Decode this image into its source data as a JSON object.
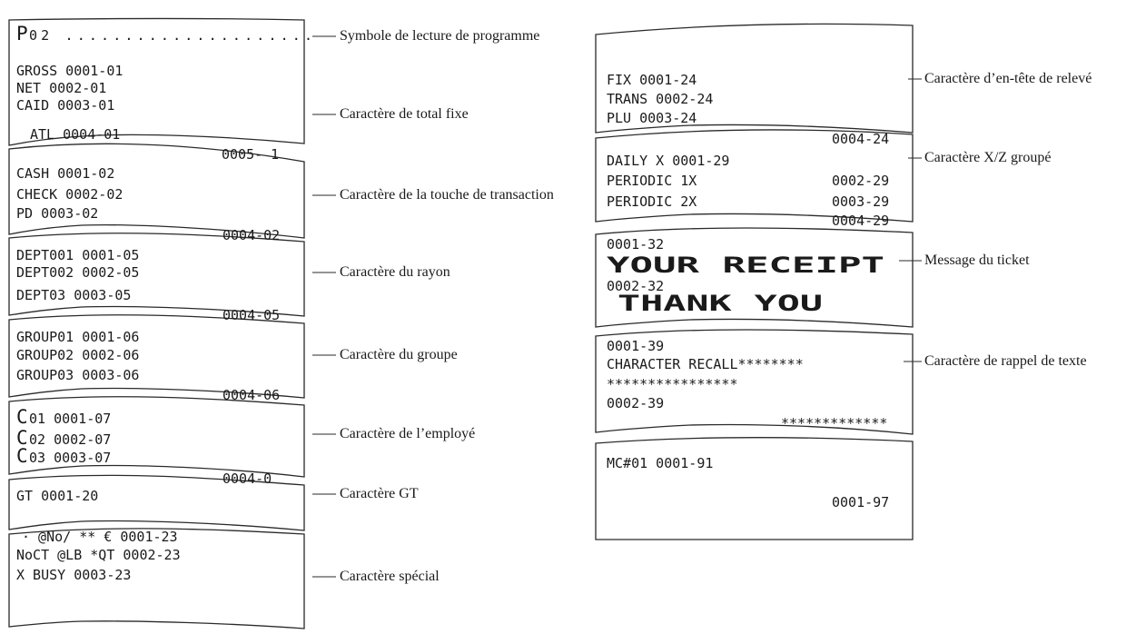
{
  "left_column": {
    "sections": [
      {
        "lines": [
          {
            "text": "P02 .....................",
            "big_prefix": "P"
          }
        ],
        "label": "Symbole de lecture de programme"
      },
      {
        "lines": [
          {
            "text": "GROSS 0001-01"
          },
          {
            "text": "NET 0002-01"
          },
          {
            "text": "CAID 0003-01"
          },
          {
            "text": "ATL 0004-01"
          },
          {
            "text": "0005- 1"
          }
        ],
        "label": "Caractère de total fixe"
      },
      {
        "lines": [
          {
            "text": "CASH 0001-02"
          },
          {
            "text": "CHECK 0002-02"
          },
          {
            "text": "PD 0003-02"
          },
          {
            "text": "0004-02"
          }
        ],
        "label": "Caractère de la touche de transaction"
      },
      {
        "lines": [
          {
            "text": "DEPT001 0001-05"
          },
          {
            "text": "DEPT002 0002-05"
          },
          {
            "text": "DEPT03 0003-05"
          },
          {
            "text": "0004-05"
          }
        ],
        "label": "Caractère du rayon"
      },
      {
        "lines": [
          {
            "text": "GROUP01 0001-06"
          },
          {
            "text": "GROUP02 0002-06"
          },
          {
            "text": "GROUP03 0003-06"
          },
          {
            "text": "0004-06"
          }
        ],
        "label": "Caractère du groupe"
      },
      {
        "lines": [
          {
            "text": "C01 0001-07",
            "big_prefix": "C"
          },
          {
            "text": "C02 0002-07",
            "big_prefix": "C"
          },
          {
            "text": "C03 0003-07",
            "big_prefix": "C"
          },
          {
            "text": "0004-0"
          }
        ],
        "label": "Caractère de l’employé"
      },
      {
        "lines": [
          {
            "text": "GT 0001-20"
          }
        ],
        "label": "Caractère GT"
      },
      {
        "lines": [
          {
            "text": "· @No/  **  € 0001-23"
          },
          {
            "text": "NoCT @LB *QT 0002-23"
          },
          {
            "text": "X     BUSY 0003-23"
          }
        ],
        "label": "Caractère spécial"
      }
    ]
  },
  "right_column": {
    "sections": [
      {
        "lines": [
          {
            "text": "FIX 0001-24"
          },
          {
            "text": "TRANS 0002-24"
          },
          {
            "text": "PLU 0003-24"
          },
          {
            "text": "0004-24"
          }
        ],
        "label": "Caractère d’en-tête de relevé"
      },
      {
        "lines": [
          {
            "text": "DAILY X 0001-29"
          },
          {
            "text": "PERIODIC 1X"
          },
          {
            "text": "0002-29"
          },
          {
            "text": "PERIODIC 2X"
          },
          {
            "text": "0003-29"
          },
          {
            "text": "0004-29"
          }
        ],
        "label": "Caractère X/Z groupé"
      },
      {
        "lines": [
          {
            "text": "0001-32"
          },
          {
            "text": "YOUR  RECEIPT",
            "double": true
          },
          {
            "text": "0002-32"
          },
          {
            "text": "THANK  YOU",
            "double": true
          }
        ],
        "label": "Message du ticket"
      },
      {
        "lines": [
          {
            "text": "0001-39"
          },
          {
            "text": "CHARACTER RECALL********"
          },
          {
            "text": "****************"
          },
          {
            "text": "0002-39"
          },
          {
            "text": "*************"
          }
        ],
        "label": "Caractère de rappel de texte"
      },
      {
        "lines": [
          {
            "text": "MC#01 0001-91"
          },
          {
            "text": "0001-97"
          }
        ],
        "label": ""
      }
    ]
  }
}
